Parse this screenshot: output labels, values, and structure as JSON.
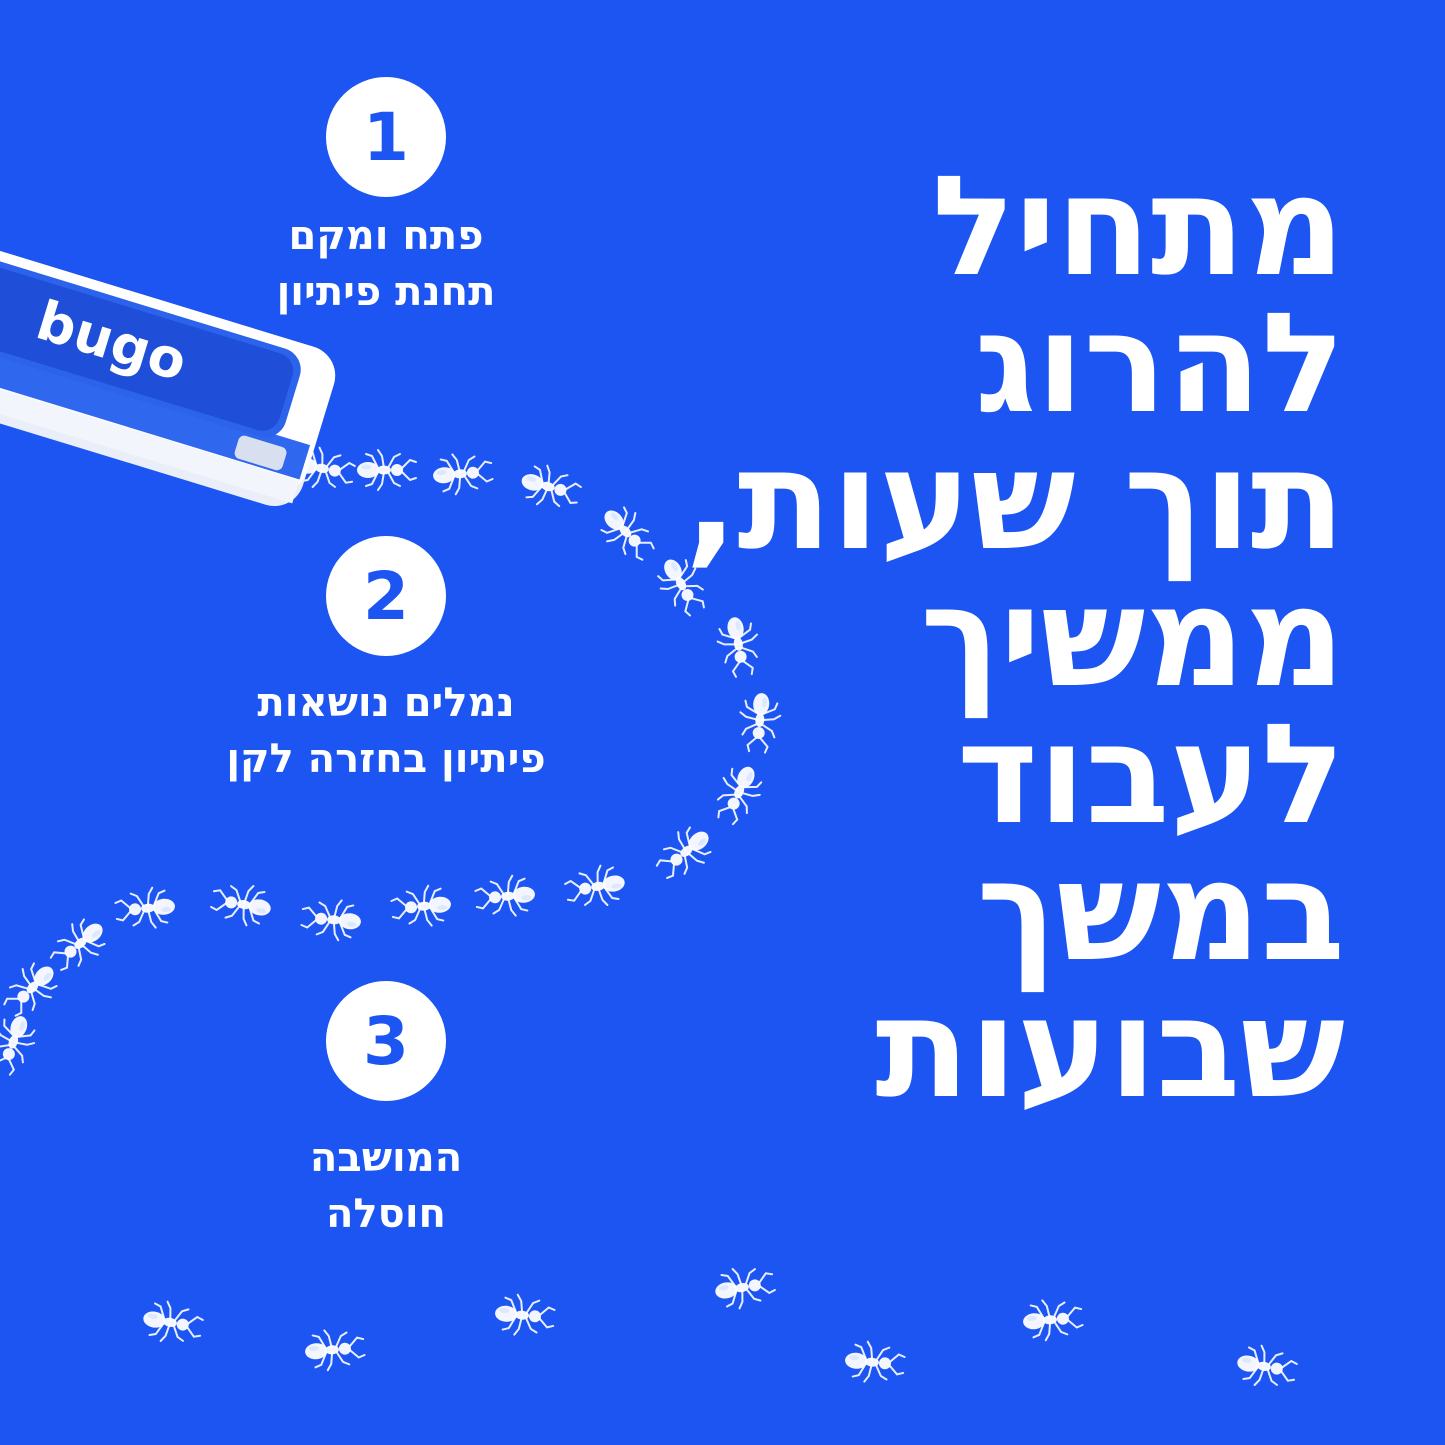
{
  "colors": {
    "background": "#1c55f2",
    "text": "#ffffff"
  },
  "brand": {
    "name": "bugo"
  },
  "steps": [
    {
      "number": "1",
      "lines": [
        "פתח ומקם",
        "תחנת פיתיון"
      ]
    },
    {
      "number": "2",
      "lines": [
        "נמלים נושאות",
        "פיתיון בחזרה לקן"
      ]
    },
    {
      "number": "3",
      "lines": [
        "המושבה",
        "חוסלה"
      ]
    }
  ],
  "headline": {
    "lines": [
      "מתחיל",
      "להרוג",
      "תוך שעות,",
      "ממשיך",
      "לעבוד",
      "במשך",
      "שבועות"
    ]
  },
  "illustrations": {
    "product": "bait-station-icon",
    "ants": "ant-icon"
  }
}
